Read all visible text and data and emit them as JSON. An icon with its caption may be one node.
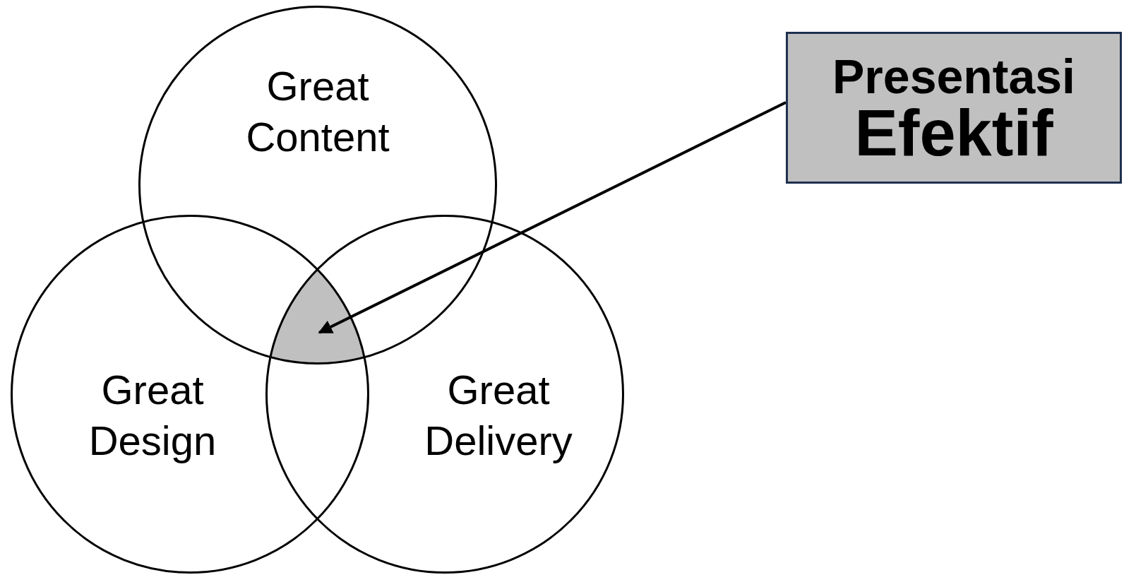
{
  "diagram": {
    "nodes": [
      {
        "text": [
          "Great Content"
        ]
      },
      {
        "text": [
          "Great Design"
        ]
      },
      {
        "text": [
          "Great Delivery"
        ]
      },
      {
        "text": [
          "Presentasi",
          "Efektif"
        ]
      },
      {
        "text": [],
        "shape": "region"
      }
    ],
    "edges": [
      {
        "from": 3,
        "to": 4,
        "arrow": "to"
      }
    ]
  }
}
